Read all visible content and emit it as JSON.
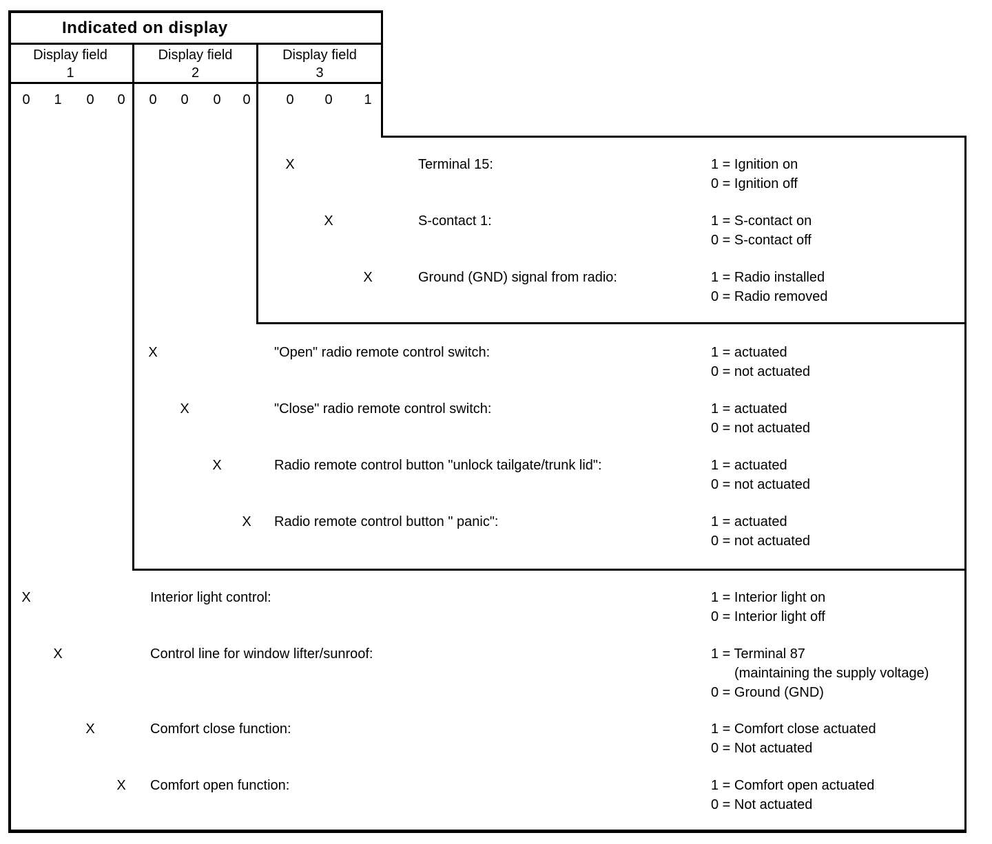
{
  "table": {
    "title": "Indicated on display",
    "fields": [
      {
        "label": "Display field",
        "number": "1",
        "bits": [
          "0",
          "1",
          "0",
          "0"
        ]
      },
      {
        "label": "Display field",
        "number": "2",
        "bits": [
          "0",
          "0",
          "0",
          "0"
        ]
      },
      {
        "label": "Display field",
        "number": "3",
        "bits": [
          "0",
          "0",
          "1"
        ]
      }
    ]
  },
  "sections": [
    {
      "name": "display-field-3-signals",
      "rows": [
        {
          "marker": "X",
          "label": "Terminal 15:",
          "values": [
            "1 = Ignition on",
            "0 = Ignition off"
          ]
        },
        {
          "marker": "X",
          "label": "S-contact 1:",
          "values": [
            "1 = S-contact on",
            "0 = S-contact off"
          ]
        },
        {
          "marker": "X",
          "label": "Ground (GND) signal from radio:",
          "values": [
            "1 = Radio installed",
            "0 = Radio removed"
          ]
        }
      ]
    },
    {
      "name": "display-field-2-signals",
      "rows": [
        {
          "marker": "X",
          "label": "\"Open\" radio remote control switch:",
          "values": [
            "1 = actuated",
            "0 = not actuated"
          ]
        },
        {
          "marker": "X",
          "label": "\"Close\" radio remote control switch:",
          "values": [
            "1 = actuated",
            "0 = not actuated"
          ]
        },
        {
          "marker": "X",
          "label": "Radio remote control button \"unlock tailgate/trunk lid\":",
          "values": [
            "1 = actuated",
            "0 = not actuated"
          ]
        },
        {
          "marker": "X",
          "label": "Radio remote control button \" panic\":",
          "values": [
            "1 = actuated",
            "0 = not actuated"
          ]
        }
      ]
    },
    {
      "name": "display-field-1-signals",
      "rows": [
        {
          "marker": "X",
          "label": "Interior light control:",
          "values": [
            "1 = Interior light on",
            "0 = Interior light off"
          ]
        },
        {
          "marker": "X",
          "label": "Control line for window lifter/sunroof:",
          "values": [
            "1 = Terminal 87",
            "(maintaining the supply voltage)",
            "0 = Ground (GND)"
          ]
        },
        {
          "marker": "X",
          "label": "Comfort close function:",
          "values": [
            "1 = Comfort close actuated",
            "0 = Not actuated"
          ]
        },
        {
          "marker": "X",
          "label": "Comfort open function:",
          "values": [
            "1 = Comfort open actuated",
            "0 = Not actuated"
          ]
        }
      ]
    }
  ]
}
